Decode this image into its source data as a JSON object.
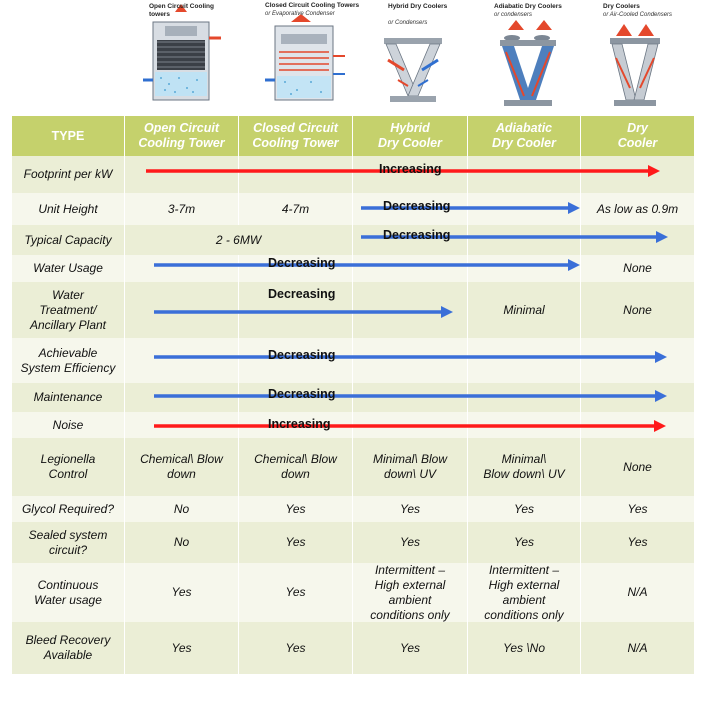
{
  "images": [
    {
      "title": "Open Circuit Cooling towers",
      "subtitle": ""
    },
    {
      "title": "Closed Circuit Cooling Towers",
      "subtitle": "or Evaporative Condenser"
    },
    {
      "title": "Hybrid Dry Coolers",
      "subtitle": "or Condensers"
    },
    {
      "title": "Adiabatic Dry Coolers",
      "subtitle": "or condensers"
    },
    {
      "title": "Dry Coolers",
      "subtitle": "or Air-Cooled Condensers"
    }
  ],
  "table": {
    "header": {
      "type": "TYPE",
      "columns": [
        "Open Circuit\nCooling Tower",
        "Closed Circuit\nCooling Tower",
        "Hybrid\nDry Cooler",
        "Adiabatic\nDry Cooler",
        "Dry\nCooler"
      ]
    },
    "rows": [
      {
        "label": "Footprint per kW",
        "cells": [
          "",
          "",
          "",
          "",
          ""
        ]
      },
      {
        "label": "Unit Height",
        "cells": [
          "3-7m",
          "4-7m",
          "",
          "",
          "As low as 0.9m"
        ]
      },
      {
        "label": "Typical Capacity",
        "cells": [
          "2 - 6MW",
          "",
          "",
          "",
          ""
        ]
      },
      {
        "label": "Water Usage",
        "cells": [
          "",
          "",
          "",
          "",
          "None"
        ]
      },
      {
        "label": "Water\nTreatment/\nAncillary Plant",
        "cells": [
          "",
          "",
          "",
          "Minimal",
          "None"
        ]
      },
      {
        "label": "Achievable\nSystem Efficiency",
        "cells": [
          "",
          "",
          "",
          "",
          ""
        ]
      },
      {
        "label": "Maintenance",
        "cells": [
          "",
          "",
          "",
          "",
          ""
        ]
      },
      {
        "label": "Noise",
        "cells": [
          "",
          "",
          "",
          "",
          ""
        ]
      },
      {
        "label": "Legionella\nControl",
        "cells": [
          "Chemical\\ Blow\ndown",
          "Chemical\\ Blow\ndown",
          "Minimal\\ Blow\ndown\\ UV",
          "Minimal\\\nBlow down\\ UV",
          "None"
        ]
      },
      {
        "label": "Glycol Required?",
        "cells": [
          "No",
          "Yes",
          "Yes",
          "Yes",
          "Yes"
        ]
      },
      {
        "label": "Sealed system\ncircuit?",
        "cells": [
          "No",
          "Yes",
          "Yes",
          "Yes",
          "Yes"
        ]
      },
      {
        "label": "Continuous\nWater usage",
        "cells": [
          "Yes",
          "Yes",
          "Intermittent –\nHigh external\nambient\nconditions only",
          "Intermittent –\nHigh external\nambient\nconditions only",
          "N/A"
        ]
      },
      {
        "label": "Bleed Recovery\nAvailable",
        "cells": [
          "Yes",
          "Yes",
          "Yes",
          "Yes \\No",
          "N/A"
        ]
      }
    ]
  },
  "arrows": [
    {
      "row": "Footprint per kW",
      "label": "Increasing",
      "color": "#ff1a1a"
    },
    {
      "row": "Unit Height",
      "label": "Decreasing",
      "color": "#3a6fd8"
    },
    {
      "row": "Typical Capacity",
      "label": "Decreasing",
      "color": "#3a6fd8"
    },
    {
      "row": "Water Usage",
      "label": "Decreasing",
      "color": "#3a6fd8"
    },
    {
      "row": "Water Treatment/ Ancillary Plant",
      "label": "Decreasing",
      "color": "#3a6fd8"
    },
    {
      "row": "Achievable System Efficiency",
      "label": "Decreasing",
      "color": "#3a6fd8"
    },
    {
      "row": "Maintenance",
      "label": "Decreasing",
      "color": "#3a6fd8"
    },
    {
      "row": "Noise",
      "label": "Increasing",
      "color": "#ff1a1a"
    }
  ],
  "colors": {
    "header_bg": "#c5d16c",
    "row_odd": "#ebeed6",
    "row_even": "#f6f7ec",
    "increasing_arrow": "#ff1a1a",
    "decreasing_arrow": "#3a6fd8"
  }
}
